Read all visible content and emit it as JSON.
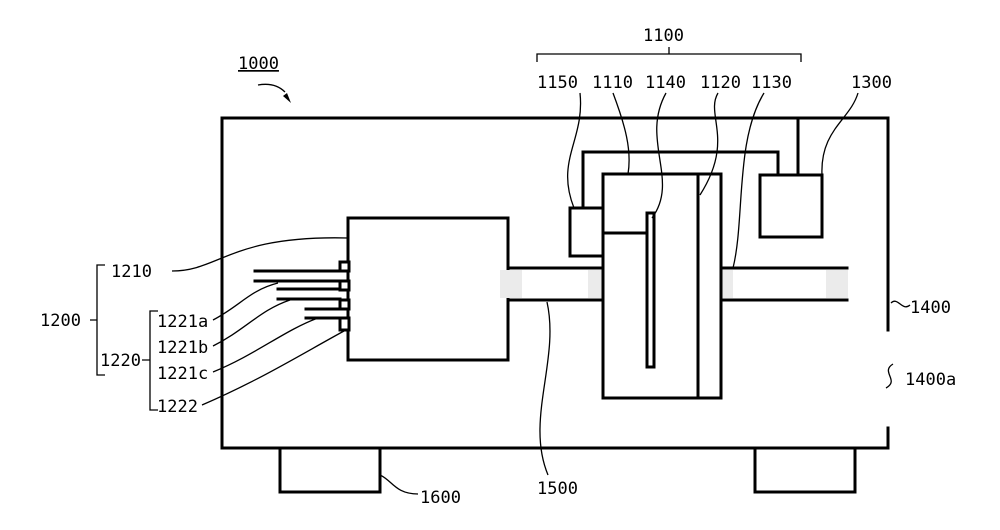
{
  "labels": {
    "device": "1000",
    "group_top": "1100",
    "part_1150": "1150",
    "part_1110": "1110",
    "part_1140": "1140",
    "part_1120": "1120",
    "part_1130": "1130",
    "part_1300": "1300",
    "group_left": "1200",
    "part_1210": "1210",
    "part_1220": "1220",
    "part_1221a": "1221a",
    "part_1221b": "1221b",
    "part_1221c": "1221c",
    "part_1222": "1222",
    "part_1400": "1400",
    "part_1400a": "1400a",
    "part_1500": "1500",
    "part_1600": "1600"
  }
}
